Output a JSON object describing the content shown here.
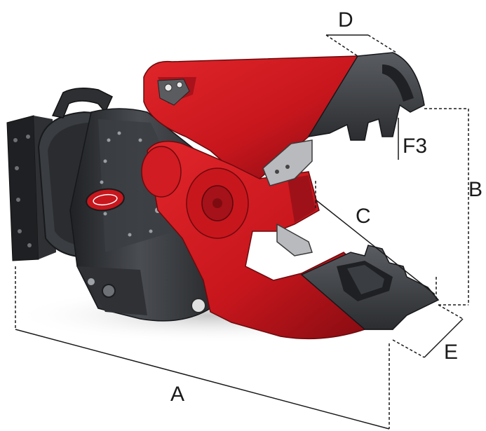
{
  "colors": {
    "body_red": "#c8161d",
    "body_red_dark": "#8e0d12",
    "steel_dark": "#2b2d30",
    "steel_mid": "#4a4d52",
    "steel_light": "#8e9196",
    "dimension_line": "#1a1a1a"
  },
  "dimensions": {
    "a": "A",
    "b": "B",
    "c": "C",
    "d": "D",
    "e": "E",
    "f3": "F3"
  },
  "icons": [
    "red-oval-logo-icon"
  ]
}
